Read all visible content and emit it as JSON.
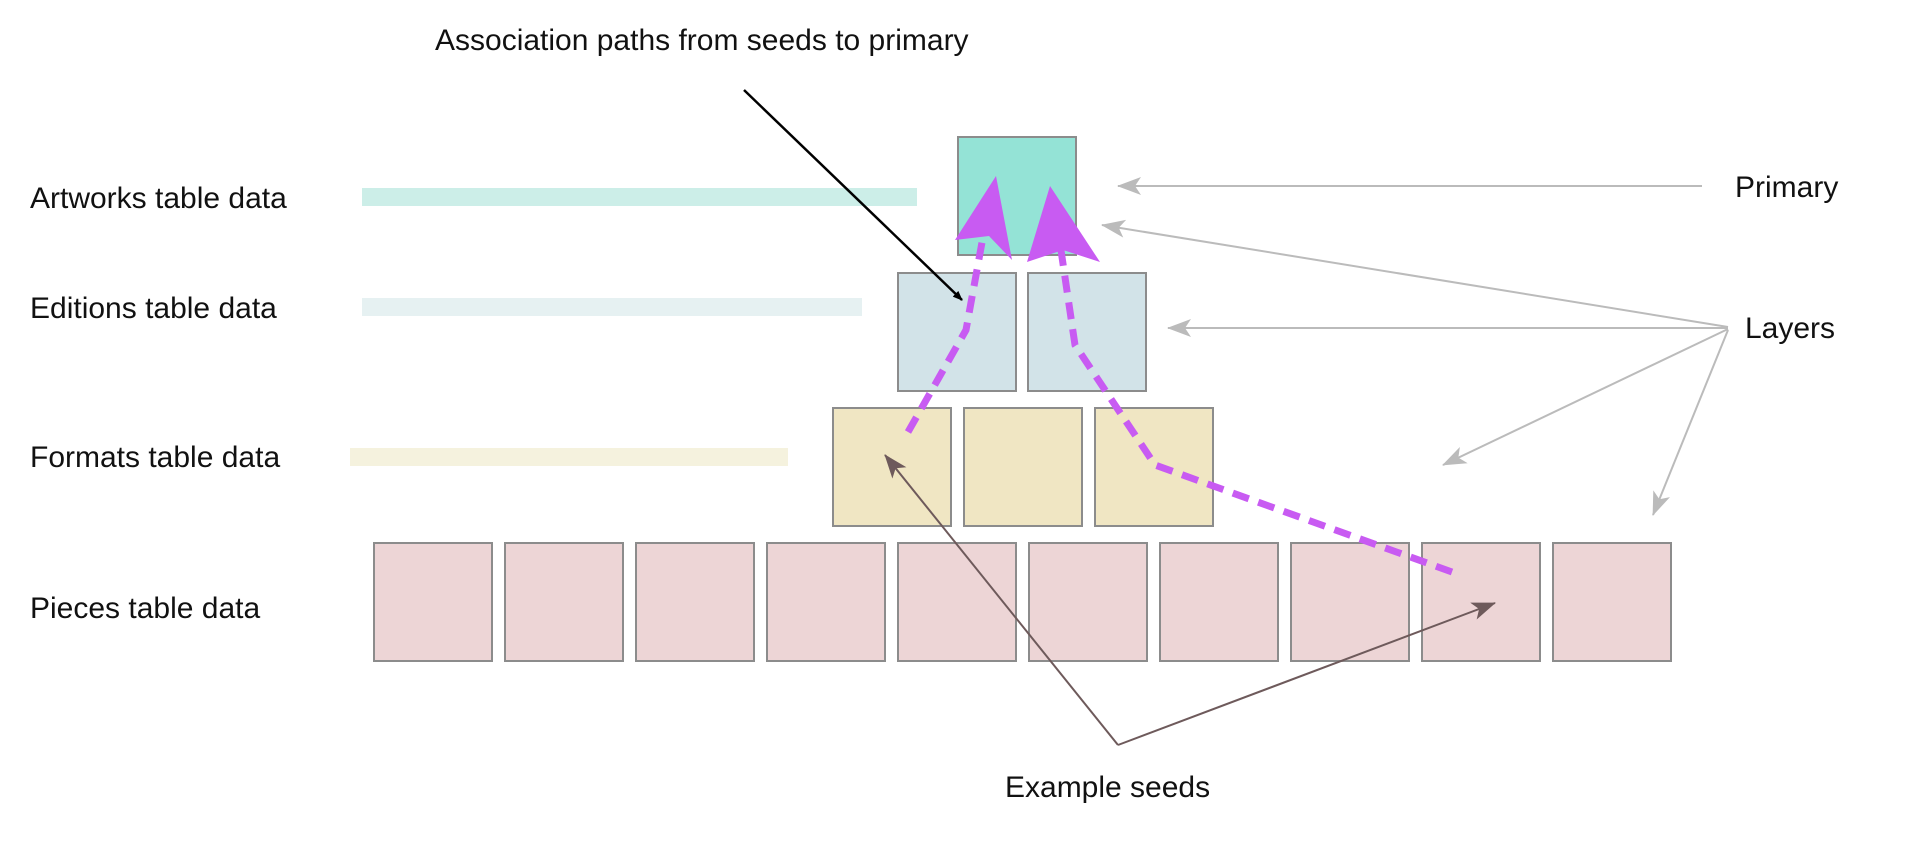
{
  "title": "Association paths from seeds to primary",
  "layers": [
    {
      "label": "Artworks table data",
      "cells": 1,
      "color": "#94E3D6"
    },
    {
      "label": "Editions table data",
      "cells": 2,
      "color": "#D2E3E8"
    },
    {
      "label": "Formats table data",
      "cells": 3,
      "color": "#F0E6C3"
    },
    {
      "label": "Pieces table data",
      "cells": 10,
      "color": "#EDD5D6"
    }
  ],
  "bar_colors": [
    "#CCEEE8",
    "#E6F1F2",
    "#F5F2DE"
  ],
  "annotations": {
    "primary": "Primary",
    "layers": "Layers",
    "seeds": "Example seeds"
  },
  "colors": {
    "path": "#C85BF2",
    "seed_arrow": "#6E5A5B",
    "grey_arrow": "#BBBBBB",
    "cell_border": "#8C8C8C"
  }
}
